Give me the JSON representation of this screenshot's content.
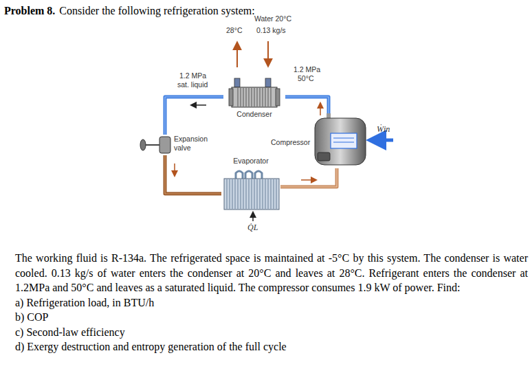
{
  "diagram": {
    "title": "Problem 8.",
    "nodes": [
      {
        "text": [
          "Condenser"
        ]
      },
      {
        "text": [
          "Expansion valve"
        ]
      },
      {
        "text": [
          "Compressor"
        ]
      },
      {
        "text": [
          "Evaporator"
        ]
      }
    ],
    "edges": [
      {
        "from": 2,
        "to": 0,
        "arrow": "none"
      },
      {
        "from": 0,
        "to": 1,
        "arrow": "none"
      },
      {
        "from": 1,
        "to": 3,
        "arrow": "none"
      },
      {
        "from": 3,
        "to": 2,
        "arrow": "none"
      }
    ],
    "labels": [
      "Consider the following refrigeration system:",
      "Water 20°C",
      "0.13 kg/s",
      "28°C",
      "1.2 MPa",
      "sat. liquid",
      "1.2 MPa",
      "50°C",
      "Ẇin",
      "Q̇L",
      "The working fluid is R-134a. The refrigerated space is maintained at -5°C by this system. The condenser is water cooled. 0.13 kg/s of water enters the condenser at 20°C and leaves at 28°C. Refrigerant enters the condenser at 1.2MPa and 50°C and leaves as a saturated liquid. The compressor consumes 1.9 kW of power. Find:",
      "a) Refrigeration load, in BTU/h",
      "b) COP",
      "c) Second-law efficiency",
      "d) Exergy destruction and entropy generation of the full cycle"
    ]
  }
}
